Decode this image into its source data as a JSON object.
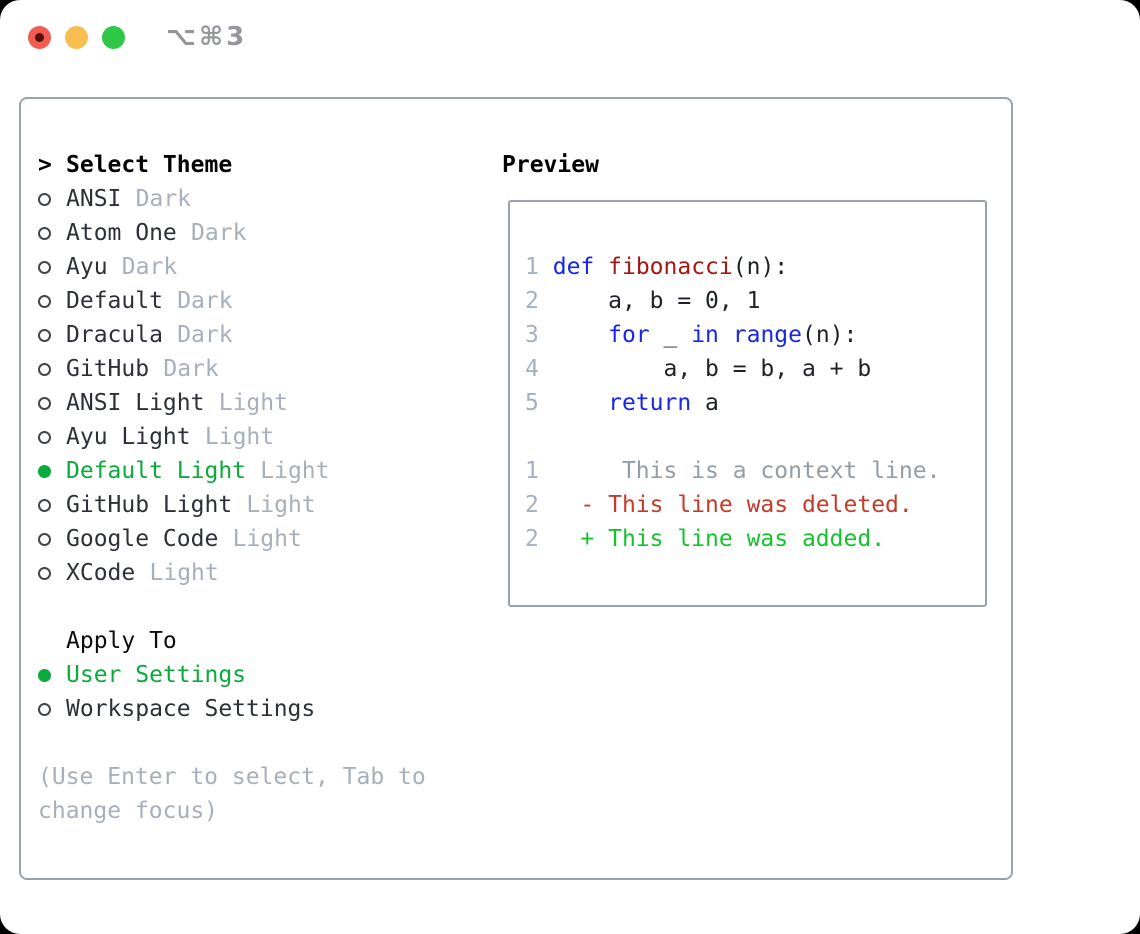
{
  "window": {
    "shortcut": "⌥⌘3",
    "traffic_lights": [
      "close",
      "minimize",
      "zoom"
    ]
  },
  "picker": {
    "title": "Select Theme",
    "title_prefix": ">",
    "themes": [
      {
        "name": "ANSI",
        "variant": "Dark",
        "selected": false
      },
      {
        "name": "Atom One",
        "variant": "Dark",
        "selected": false
      },
      {
        "name": "Ayu",
        "variant": "Dark",
        "selected": false
      },
      {
        "name": "Default",
        "variant": "Dark",
        "selected": false
      },
      {
        "name": "Dracula",
        "variant": "Dark",
        "selected": false
      },
      {
        "name": "GitHub",
        "variant": "Dark",
        "selected": false
      },
      {
        "name": "ANSI Light",
        "variant": "Light",
        "selected": false
      },
      {
        "name": "Ayu Light",
        "variant": "Light",
        "selected": false
      },
      {
        "name": "Default Light",
        "variant": "Light",
        "selected": true
      },
      {
        "name": "GitHub Light",
        "variant": "Light",
        "selected": false
      },
      {
        "name": "Google Code",
        "variant": "Light",
        "selected": false
      },
      {
        "name": "XCode",
        "variant": "Light",
        "selected": false
      }
    ],
    "hint": "(Use Enter to select, Tab to change focus)"
  },
  "apply": {
    "title": "Apply To",
    "options": [
      {
        "label": "User Settings",
        "selected": true
      },
      {
        "label": "Workspace Settings",
        "selected": false
      }
    ]
  },
  "preview": {
    "title": "Preview",
    "lines": [
      [
        [
          "num",
          "1"
        ],
        [
          "pl",
          " "
        ],
        [
          "kw",
          "def"
        ],
        [
          "pl",
          " "
        ],
        [
          "fn",
          "fibonacci"
        ],
        [
          "pl",
          "(n):"
        ]
      ],
      [
        [
          "num",
          "2"
        ],
        [
          "pl",
          "     a, b = 0, 1"
        ]
      ],
      [
        [
          "num",
          "3"
        ],
        [
          "pl",
          "     "
        ],
        [
          "kw",
          "for"
        ],
        [
          "pl",
          " _ "
        ],
        [
          "kw",
          "in"
        ],
        [
          "pl",
          " "
        ],
        [
          "kw",
          "range"
        ],
        [
          "pl",
          "(n):"
        ]
      ],
      [
        [
          "num",
          "4"
        ],
        [
          "pl",
          "         a, b = b, a + b"
        ]
      ],
      [
        [
          "num",
          "5"
        ],
        [
          "pl",
          "     "
        ],
        [
          "kw",
          "return"
        ],
        [
          "pl",
          " a"
        ]
      ],
      [],
      [
        [
          "num",
          "1"
        ],
        [
          "ctx",
          "      This is a context line."
        ]
      ],
      [
        [
          "num",
          "2"
        ],
        [
          "del",
          "   - This line was deleted."
        ]
      ],
      [
        [
          "num",
          "2"
        ],
        [
          "add",
          "   + This line was added."
        ]
      ]
    ]
  },
  "colors": {
    "accent_green": "#0ca93d",
    "border": "#9aa2ae",
    "item_text": "#2d3137",
    "muted": "#a7afbb",
    "header_text": "#000000",
    "traffic_red": "#f05c50",
    "traffic_red_dot": "#53100a",
    "traffic_yellow": "#f6be4e",
    "traffic_green": "#2ec846",
    "code": {
      "num": "#a5b0bf",
      "pl": "#1e2227",
      "kw": "#1726e8",
      "fn": "#a31812",
      "ctx": "#949ca6",
      "del": "#c53b2a",
      "add": "#15c32b"
    }
  }
}
